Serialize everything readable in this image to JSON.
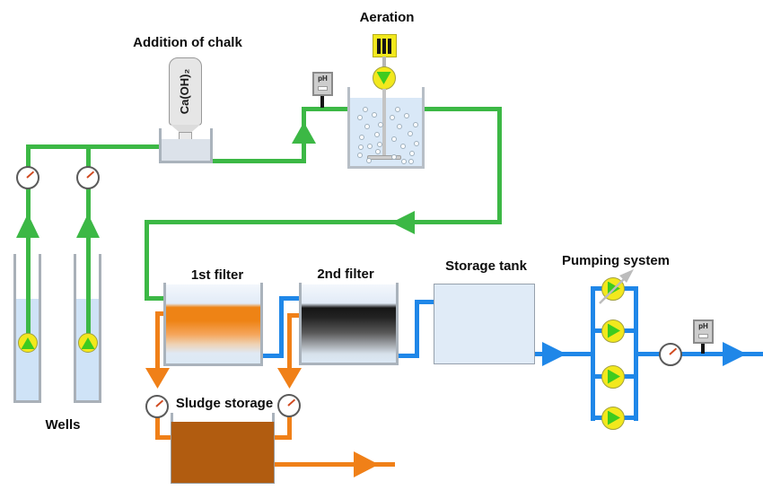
{
  "diagram": {
    "labels": {
      "addition_of_chalk": "Addition of chalk",
      "aeration": "Aeration",
      "first_filter": "1st filter",
      "second_filter": "2nd filter",
      "storage_tank": "Storage tank",
      "pumping_system": "Pumping system",
      "sludge_storage": "Sludge storage",
      "wells": "Wells"
    },
    "equipment_text": {
      "chalk_bottle": "Ca(OH)₂",
      "ph_meter": "pH"
    },
    "icons": {
      "pressure_gauge": "circle-with-red-needle",
      "pump": "yellow-circle-green-triangle",
      "aeration_motor": "yellow-box-three-bars",
      "ph_meter": "gray-box-ph-label",
      "flow_arrow": "solid-triangle"
    },
    "colors": {
      "well_water_pipe_green": "#3cb845",
      "treated_water_pipe_blue": "#1f87e8",
      "sludge_pipe_orange": "#f08018",
      "sludge_tank_brown": "#b15c10",
      "pump_body_yellow": "#f2e81d",
      "pump_rotor_green": "#3ecb1f",
      "tank_water_blue": "#d9e8f7",
      "first_filter_media_orange": "#ee8315",
      "second_filter_media_dark": "#1e1e1e"
    },
    "counts": {
      "wells": 2,
      "pressure_gauges": 5,
      "ph_meters": 2,
      "pumping_system_pumps": 4,
      "filters": 2
    }
  }
}
